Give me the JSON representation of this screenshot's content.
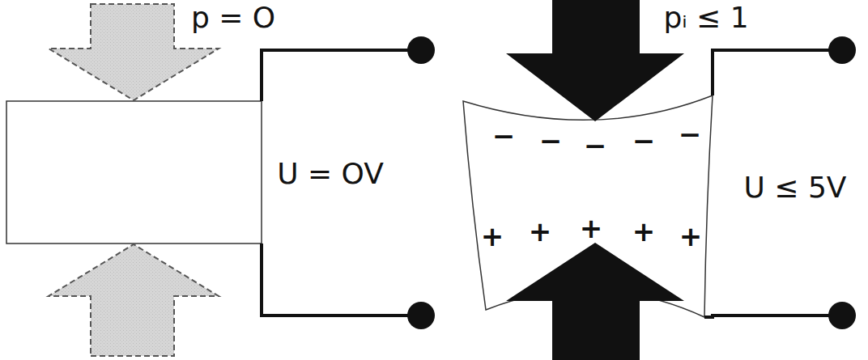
{
  "diagram": {
    "labels": [
      "p = O",
      "U = OV",
      "pᵢ ≤ 1",
      "U ≤ 5V",
      "−",
      "−",
      "−",
      "−",
      "−",
      "+",
      "+",
      "+",
      "+",
      "+"
    ]
  }
}
